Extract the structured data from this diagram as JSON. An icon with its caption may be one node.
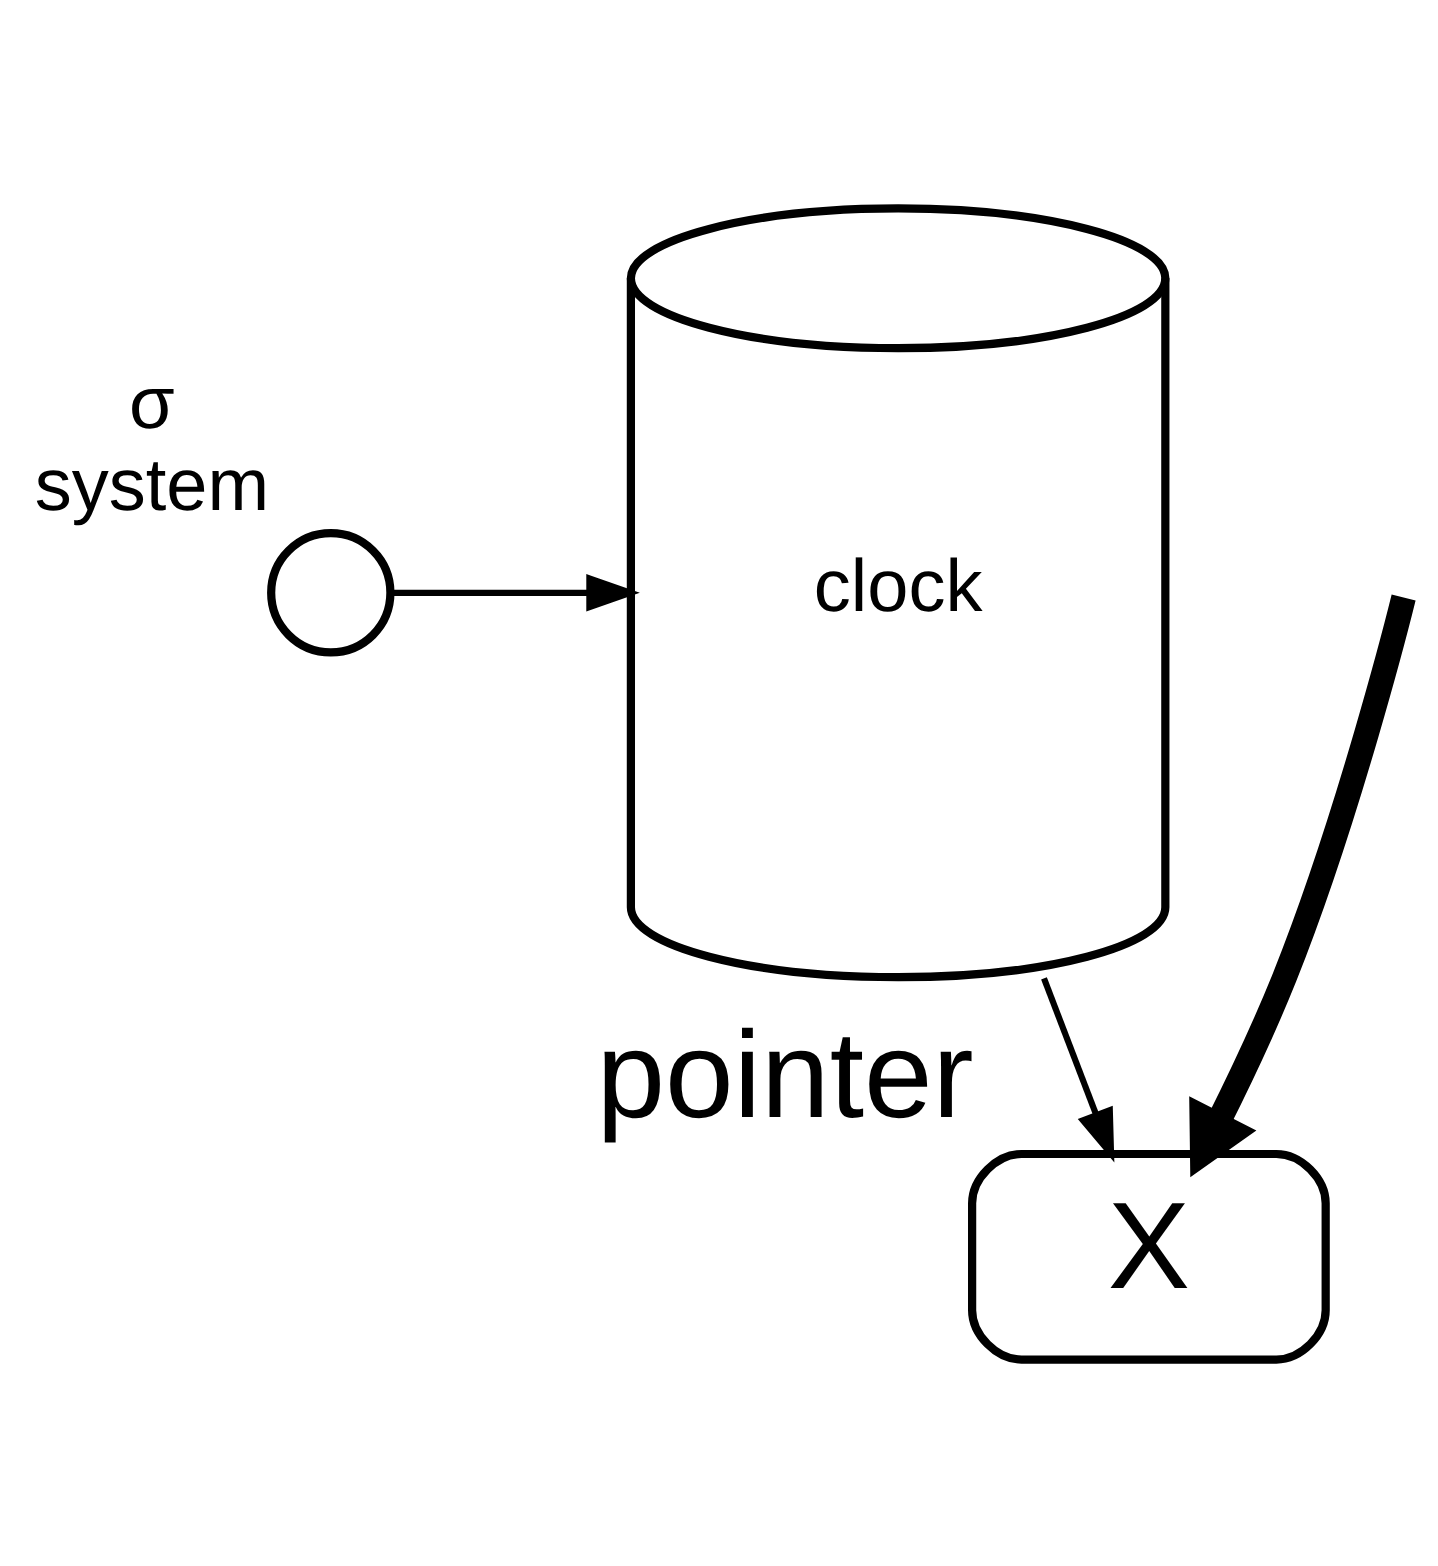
{
  "diagram": {
    "nodes": [
      {
        "text": [],
        "shape": "circle",
        "beside": [
          "σ",
          "system"
        ]
      },
      {
        "text": [
          "clock"
        ]
      },
      {
        "text": [
          "X"
        ],
        "beside": [
          "pointer"
        ]
      }
    ],
    "edges": [
      {
        "from": 0,
        "to": 1,
        "arrow": "to"
      },
      {
        "from": 1,
        "to": 2,
        "arrow": "to"
      },
      {
        "from": null,
        "to": 2,
        "arrow": "to",
        "style": "thick"
      }
    ]
  }
}
